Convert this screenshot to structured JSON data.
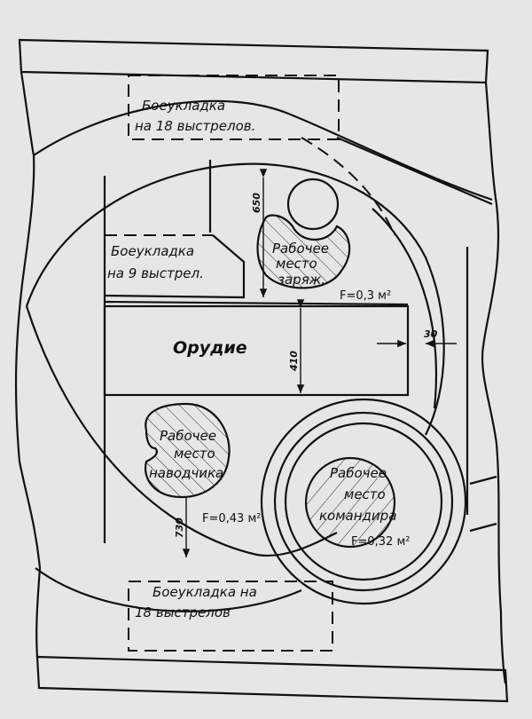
{
  "drawing": {
    "subject": "turret crew layout plan",
    "colors": {
      "paper": "#e6e6e4",
      "ink": "#111111"
    },
    "labels": {
      "ammo_rack_top": [
        "Боеукладка",
        "на 18 выстрелов."
      ],
      "ammo_rack_left": [
        "Боеукладка",
        "на 9 выстрел."
      ],
      "ammo_rack_bottom": [
        "Боеукладка на",
        "18 выстрелов"
      ],
      "gun": "Орудие",
      "loader_station": [
        "Рабочее",
        "место",
        "заряж."
      ],
      "gunner_station": [
        "Рабочее",
        "место",
        "наводчика"
      ],
      "commander_station": [
        "Рабочее",
        "место",
        "командира"
      ]
    },
    "areas": {
      "loader": "F=0,3 м²",
      "gunner": "F=0,43 м²",
      "commander": "F=0,32 м²"
    },
    "dimensions": {
      "loader_depth": "650",
      "gun_width": "410",
      "gunner_depth": "730",
      "ring_gap": "30"
    }
  }
}
